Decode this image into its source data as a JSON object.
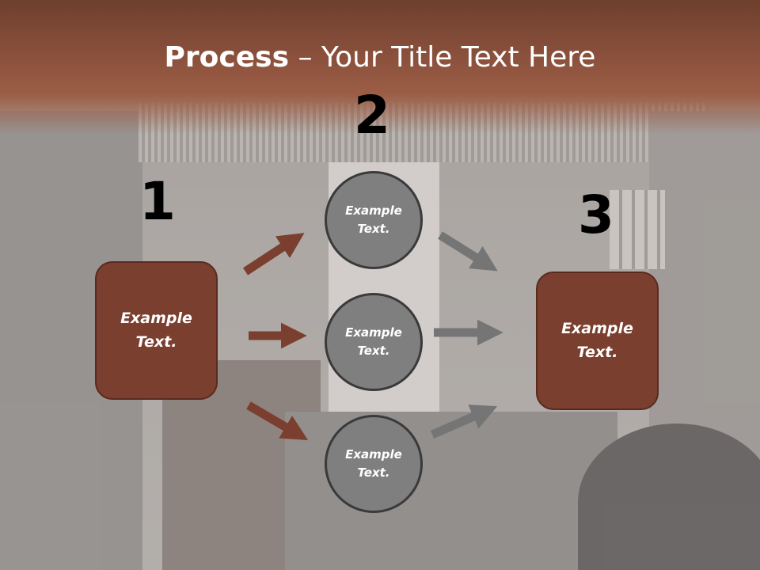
{
  "title": {
    "bold": "Process",
    "rest": " – Your Title Text Here"
  },
  "numbers": [
    "1",
    "2",
    "3"
  ],
  "left_box": {
    "line1": "Example",
    "line2": "Text."
  },
  "right_box": {
    "line1": "Example",
    "line2": "Text."
  },
  "circles": [
    {
      "line1": "Example",
      "line2": "Text."
    },
    {
      "line1": "Example",
      "line2": "Text."
    },
    {
      "line1": "Example",
      "line2": "Text."
    }
  ],
  "colors": {
    "title_band": "#8c523d",
    "box_fill": "#7a3f2e",
    "circle_fill": "#7f7f7f",
    "arrow_brown": "#7a3f2e",
    "arrow_gray": "#757575",
    "number_text": "#000000"
  }
}
